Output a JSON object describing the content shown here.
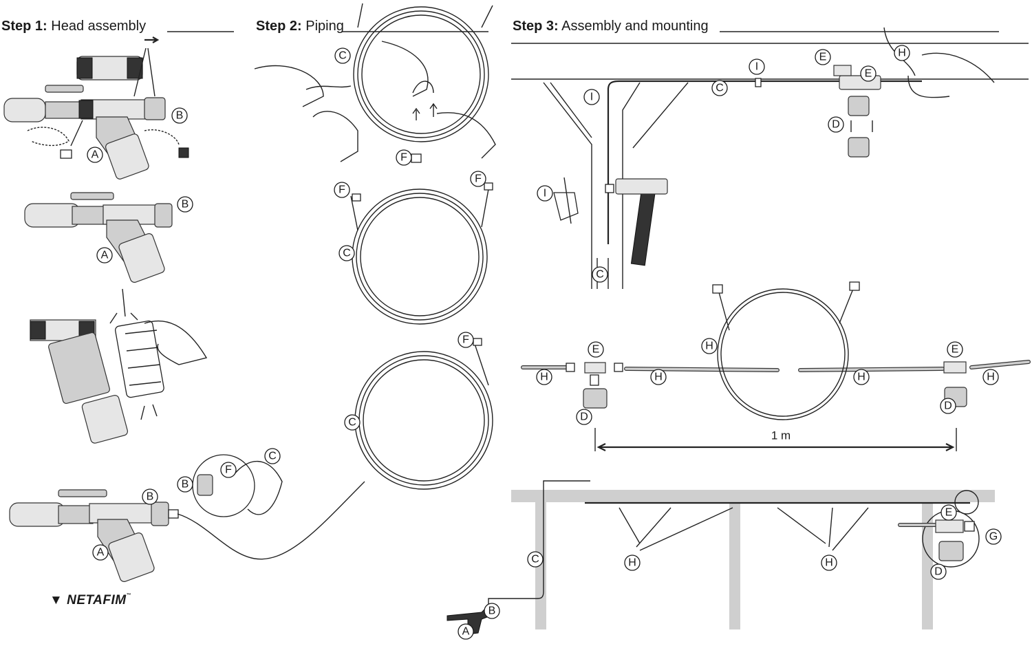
{
  "steps": [
    {
      "num": "Step 1:",
      "title": "Head assembly"
    },
    {
      "num": "Step 2:",
      "title": "Piping"
    },
    {
      "num": "Step 3:",
      "title": "Assembly and mounting"
    }
  ],
  "letters": {
    "A": "A",
    "B": "B",
    "C": "C",
    "D": "D",
    "E": "E",
    "F": "F",
    "G": "G",
    "H": "H",
    "I": "I"
  },
  "measurement": "1 m",
  "brand": {
    "name": "NETAFIM",
    "tm": "™"
  },
  "colors": {
    "ink": "#1a1a1a",
    "part_grey": "#cfcfcf",
    "beam_grey": "#cfcfcf"
  }
}
